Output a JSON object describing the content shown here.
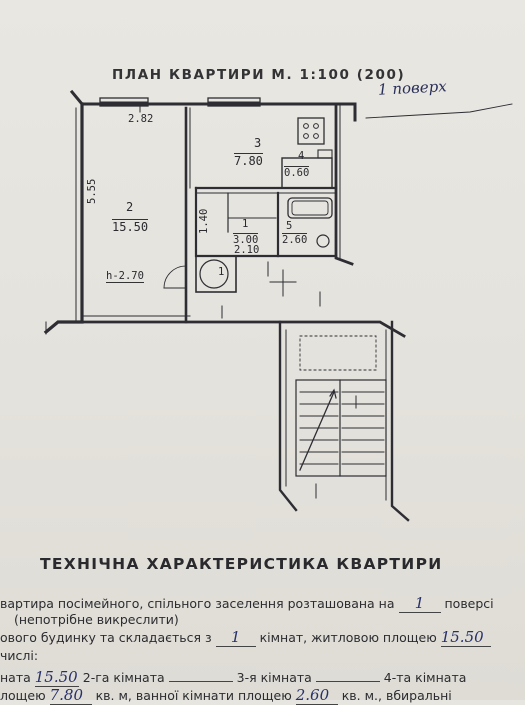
{
  "plan": {
    "title": "ПЛАН КВАРТИРИ М. 1:100 (200)",
    "floor_note": "1 поверх"
  },
  "rooms": [
    {
      "number": "2",
      "area": "15.50"
    },
    {
      "number": "3",
      "area": "7.80"
    },
    {
      "number": "4",
      "area": "0.60"
    },
    {
      "number": "1",
      "area": "3.00"
    },
    {
      "number": "5",
      "area": "2.60"
    },
    {
      "number": "1",
      "area": ""
    }
  ],
  "dimensions": {
    "room2_width": "2.82",
    "room2_length": "5.55",
    "ceiling_height": "h-2.70",
    "corridor_width": "1.40",
    "corridor_length": "2.10"
  },
  "tech": {
    "title": "ТЕХНІЧНА ХАРАКТЕРИСТИКА КВАРТИРИ",
    "line1_text": "вартира посімейного, спільного заселення розташована на",
    "line1_floor": "1",
    "line1_end": "поверсі",
    "line2_text": "(непотрібне викреслити)",
    "line3_text_a": "ового будинку та складається з",
    "line3_rooms": "1",
    "line3_text_b": "кімнат, житловою площею",
    "line3_area": "15.50",
    "line4_text": "числі:",
    "line5_label_a": "ната",
    "line5_val": "15.50",
    "line5_room2": "2-га кімната",
    "line5_room3": "3-я кімната",
    "line5_room4": "4-та кімната",
    "line6_label": "лощею",
    "line6_val1": "7.80",
    "line6_text": "кв. м, ванної кімнати площею",
    "line6_val2": "2.60",
    "line6_end": "кв. м., вбиральні"
  }
}
